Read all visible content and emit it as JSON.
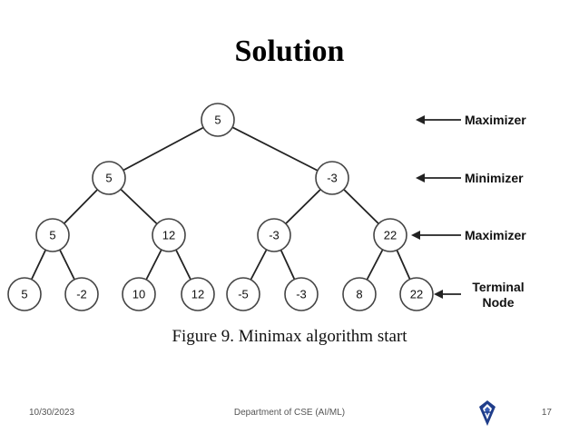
{
  "slide": {
    "title": "Solution",
    "caption": "Figure 9. Minimax algorithm start",
    "footer": {
      "date": "10/30/2023",
      "department": "Department of CSE (AI/ML)",
      "page": "17"
    },
    "logo_icon": "university-crest-icon"
  },
  "tree": {
    "levels": [
      [
        "5"
      ],
      [
        "5",
        "-3"
      ],
      [
        "5",
        "12",
        "-3",
        "22"
      ],
      [
        "5",
        "-2",
        "10",
        "12",
        "-5",
        "-3",
        "8",
        "22"
      ]
    ],
    "level_labels": [
      "Maximizer",
      "Minimizer",
      "Maximizer",
      "Terminal\nNode"
    ]
  }
}
